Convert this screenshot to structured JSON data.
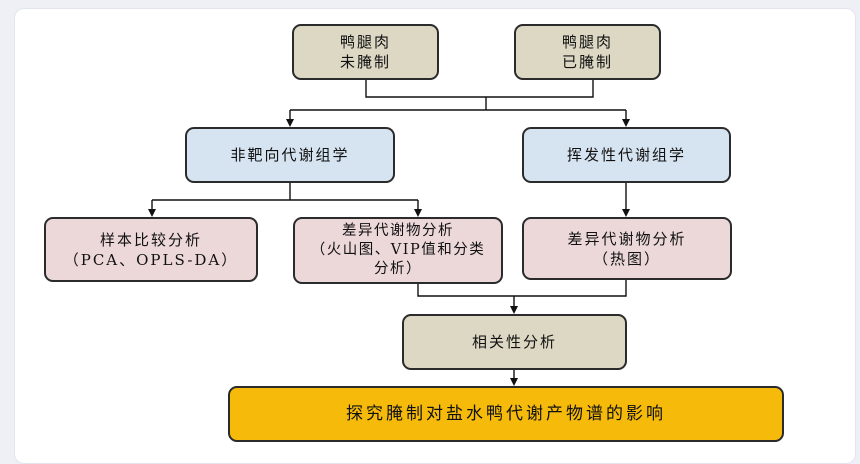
{
  "nodes": {
    "duck_a": {
      "line1": "鸭腿肉",
      "line2": "未腌制"
    },
    "duck_b": {
      "line1": "鸭腿肉",
      "line2": "已腌制"
    },
    "untargeted": {
      "label": "非靶向代谢组学"
    },
    "volatile": {
      "label": "挥发性代谢组学"
    },
    "sample_compare": {
      "line1": "样本比较分析",
      "line2": "（PCA、OPLS-DA）"
    },
    "diff_untargeted": {
      "line1": "差异代谢物分析",
      "line2": "（火山图、VIP值和分类",
      "line3": "分析）"
    },
    "diff_volatile": {
      "line1": "差异代谢物分析",
      "line2": "（热图）"
    },
    "correlation": {
      "label": "相关性分析"
    },
    "goal": {
      "label": "探究腌制对盐水鸭代谢产物谱的影响"
    }
  },
  "colors": {
    "source_box": "#dcd8c4",
    "method_box": "#d6e3f1",
    "analysis_box": "#ecd8d9",
    "goal_box": "#f6bb0a",
    "connector": "#111111"
  }
}
